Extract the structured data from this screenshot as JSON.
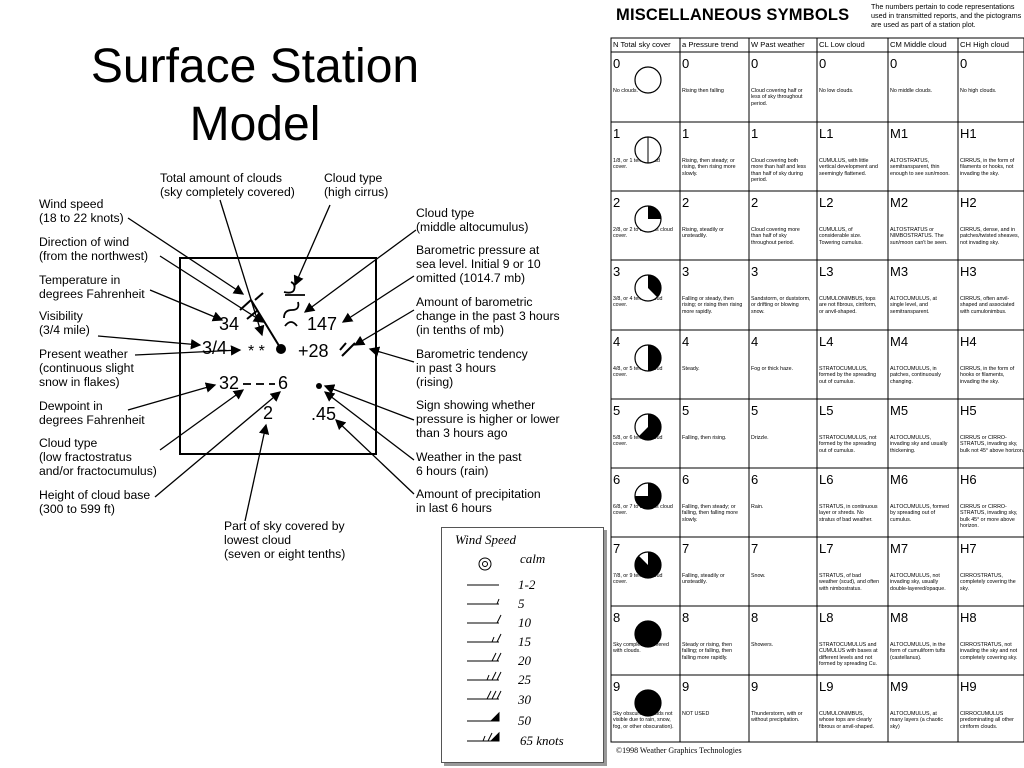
{
  "slide": {
    "title": "Surface Station Model"
  },
  "station_plot": {
    "labels": {
      "total_clouds": "Total amount of clouds\n(sky completely covered)",
      "cloud_high": "Cloud type\n(high cirrus)",
      "wind_speed": "Wind speed\n(18 to 22 knots)",
      "wind_dir": "Direction of wind\n(from the northwest)",
      "cloud_mid": "Cloud type\n(middle altocumulus)",
      "temperature": "Temperature in\ndegrees Fahrenheit",
      "pressure": "Barometric pressure at\nsea level. Initial 9 or 10\nomitted (1014.7 mb)",
      "visibility": "Visibility\n(3/4 mile)",
      "press_change": "Amount of barometric\nchange in the past 3 hours\n(in tenths of mb)",
      "present_weather": "Present weather\n(continuous slight\nsnow in flakes)",
      "tendency": "Barometric tendency\nin past 3 hours\n(rising)",
      "dewpoint": "Dewpoint in\ndegrees Fahrenheit",
      "sign": "Sign showing whether\npressure is higher or lower\nthan 3 hours ago",
      "cloud_low": "Cloud type\n(low fractostratus\nand/or fractocumulus)",
      "past_weather": "Weather in the past\n6 hours (rain)",
      "cloud_base": "Height of cloud base\n(300 to 599 ft)",
      "precip": "Amount of precipitation\nin last 6 hours",
      "part_sky": "Part of sky covered by\nlowest cloud\n(seven or eight tenths)"
    },
    "values": {
      "temp": "34",
      "pressure": "147",
      "visibility": "3/4",
      "change": "+28",
      "dewpoint": "32",
      "base_height": "6",
      "part_sky_num": "2",
      "precip_num": ".45"
    }
  },
  "wind_speed_key": {
    "title": "Wind Speed",
    "rows": [
      "calm",
      "1-2",
      "5",
      "10",
      "15",
      "20",
      "25",
      "30",
      "50",
      "65 knots"
    ]
  },
  "misc_symbols": {
    "title": "MISCELLANEOUS SYMBOLS",
    "note": "The numbers pertain to code representations used in transmitted reports, and the pictograms are used as part of a station plot.",
    "columns": [
      "N  Total sky cover",
      "a  Pressure trend",
      "W  Past weather",
      "CL  Low cloud",
      "CM  Middle cloud",
      "CH  High cloud"
    ],
    "codes": [
      [
        "0",
        "0",
        "0",
        "0",
        "0",
        "0"
      ],
      [
        "1",
        "1",
        "1",
        "L1",
        "M1",
        "H1"
      ],
      [
        "2",
        "2",
        "2",
        "L2",
        "M2",
        "H2"
      ],
      [
        "3",
        "3",
        "3",
        "L3",
        "M3",
        "H3"
      ],
      [
        "4",
        "4",
        "4",
        "L4",
        "M4",
        "H4"
      ],
      [
        "5",
        "5",
        "5",
        "L5",
        "M5",
        "H5"
      ],
      [
        "6",
        "6",
        "6",
        "L6",
        "M6",
        "H6"
      ],
      [
        "7",
        "7",
        "7",
        "L7",
        "M7",
        "H7"
      ],
      [
        "8",
        "8",
        "8",
        "L8",
        "M8",
        "H8"
      ],
      [
        "9",
        "9",
        "9",
        "L9",
        "M9",
        "H9"
      ]
    ],
    "descriptions": [
      [
        "No clouds.",
        "Rising then falling",
        "Cloud covering half or\nless of sky throughout\nperiod.",
        "No low clouds.",
        "No middle clouds.",
        "No high clouds."
      ],
      [
        "1/8, or 1 tenth cloud\ncover.",
        "Rising, then steady; or\nrising, then rising more\nslowly.",
        "Cloud covering both\nmore than half and less\nthan half of sky during\nperiod.",
        "CUMULUS, with little\nvertical development and\nseemingly flattened.",
        "ALTOSTRATUS,\nsemitransparent, thin\nenough to see sun/moon.",
        "CIRRUS, in the form of\nfilaments or hooks, not\ninvading the sky."
      ],
      [
        "2/8, or 2 to 3 tenths cloud\ncover.",
        "Rising, steadily or\nunsteadily.",
        "Cloud covering more\nthan half of sky\nthroughout period.",
        "CUMULUS, of\nconsiderable size.\nTowering cumulus.",
        "ALTOSTRATUS or\nNIMBOSTRATUS. The\nsun/moon can't be seen.",
        "CIRRUS, dense, and in\npatches/twisted sheaves,\nnot invading sky."
      ],
      [
        "3/8, or 4 tenths cloud\ncover.",
        "Falling or steady, then\nrising; or rising then rising\nmore rapidly.",
        "Sandstorm, or duststorm,\nor drifting or blowing\nsnow.",
        "CUMULONIMBUS, tops\nare not fibrous, cirriform,\nor anvil-shaped.",
        "ALTOCUMULUS, at\nsingle level, and\nsemitransparent.",
        "CIRRUS, often anvil-\nshaped and associated\nwith cumulonimbus."
      ],
      [
        "4/8, or 5 tenths cloud\ncover.",
        "Steady.",
        "Fog or thick haze.",
        "STRATOCUMULUS,\nformed by the spreading\nout of cumulus.",
        "ALTOCUMULUS, in\npatches, continuously\nchanging.",
        "CIRRUS, in the form of\nhooks or filaments,\ninvading the sky."
      ],
      [
        "5/8, or 6 tenths cloud\ncover.",
        "Falling, then rising.",
        "Drizzle.",
        "STRATOCUMULUS, not\nformed by the spreading\nout of cumulus.",
        "ALTOCUMULUS,\ninvading sky and usually\nthickening.",
        "CIRRUS or CIRRO-\nSTRATUS, invading sky,\nbulk not 45° above horizon."
      ],
      [
        "6/8, or 7 to 8 tenths cloud\ncover.",
        "Falling, then steady; or\nfalling, then falling more\nslowly.",
        "Rain.",
        "STRATUS, in continuous\nlayer or shreds.  No\nstratus of bad weather.",
        "ALTOCUMULUS, formed\nby spreading out of\ncumulus.",
        "CIRRUS or CIRRO-\nSTRATUS, invading sky,\nbulk 45° or more above\nhorizon."
      ],
      [
        "7/8, or 9 tenths cloud\ncover.",
        "Falling, steadily or\nunsteadily.",
        "Snow.",
        "STRATUS, of bad\nweather (scud), and often\nwith nimbostratus.",
        "ALTOCUMULUS, not\ninvading sky, usually\ndouble-layered/opaque.",
        "CIRROSTRATUS,\ncompletely covering the\nsky."
      ],
      [
        "Sky completely covered\nwith clouds.",
        "Steady or rising, then\nfalling; or falling, then\nfalling more rapidly.",
        "Showers.",
        "STRATOCUMULUS and\nCUMULUS with bases at\ndifferent levels and not\nformed by spreading Cu.",
        "ALTOCUMULUS, in the\nform of cumuliform tufts\n(castellanus).",
        "CIRROSTRATUS, not\ninvading the sky and not\ncompletely covering sky."
      ],
      [
        "Sky obscured (clouds not\nvisible due to rain, snow,\nfog, or other obscuration).",
        "NOT USED",
        "Thunderstorm, with or\nwithout precipitation.",
        "CUMULONIMBUS,\nwhose tops are clearly\nfibrous or anvil-shaped.",
        "ALTOCUMULUS, at\nmany layers (a chaotic\nsky)",
        "CIRROCUMULUS\npredominating all other\ncirriform clouds."
      ]
    ],
    "copyright": "©1998 Weather Graphics Technologies"
  }
}
